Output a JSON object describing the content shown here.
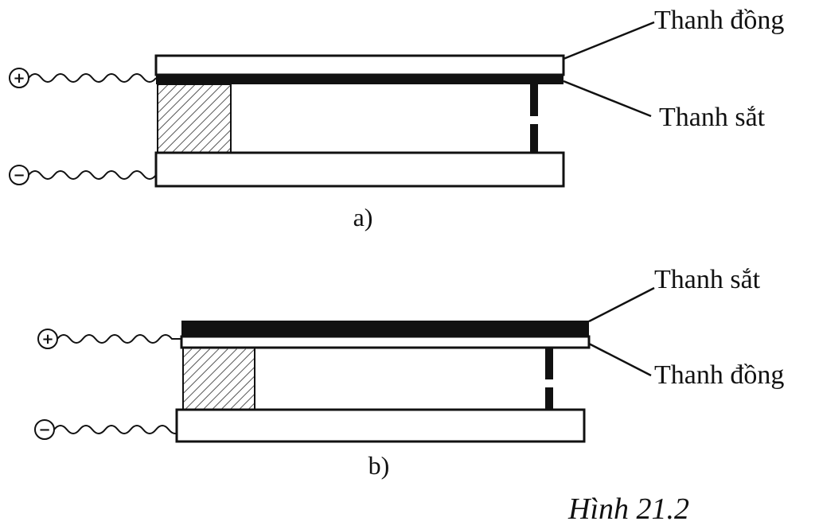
{
  "diagram_a": {
    "label_top": "Thanh đồng",
    "label_bottom": "Thanh sắt",
    "caption": "a)",
    "terminal_positive": "+",
    "terminal_negative": "−"
  },
  "diagram_b": {
    "label_top": "Thanh sắt",
    "label_bottom": "Thanh đồng",
    "caption": "b)",
    "terminal_positive": "+",
    "terminal_negative": "−"
  },
  "figure_title": "Hình 21.2",
  "colors": {
    "ink": "#111111",
    "background": "#ffffff"
  }
}
